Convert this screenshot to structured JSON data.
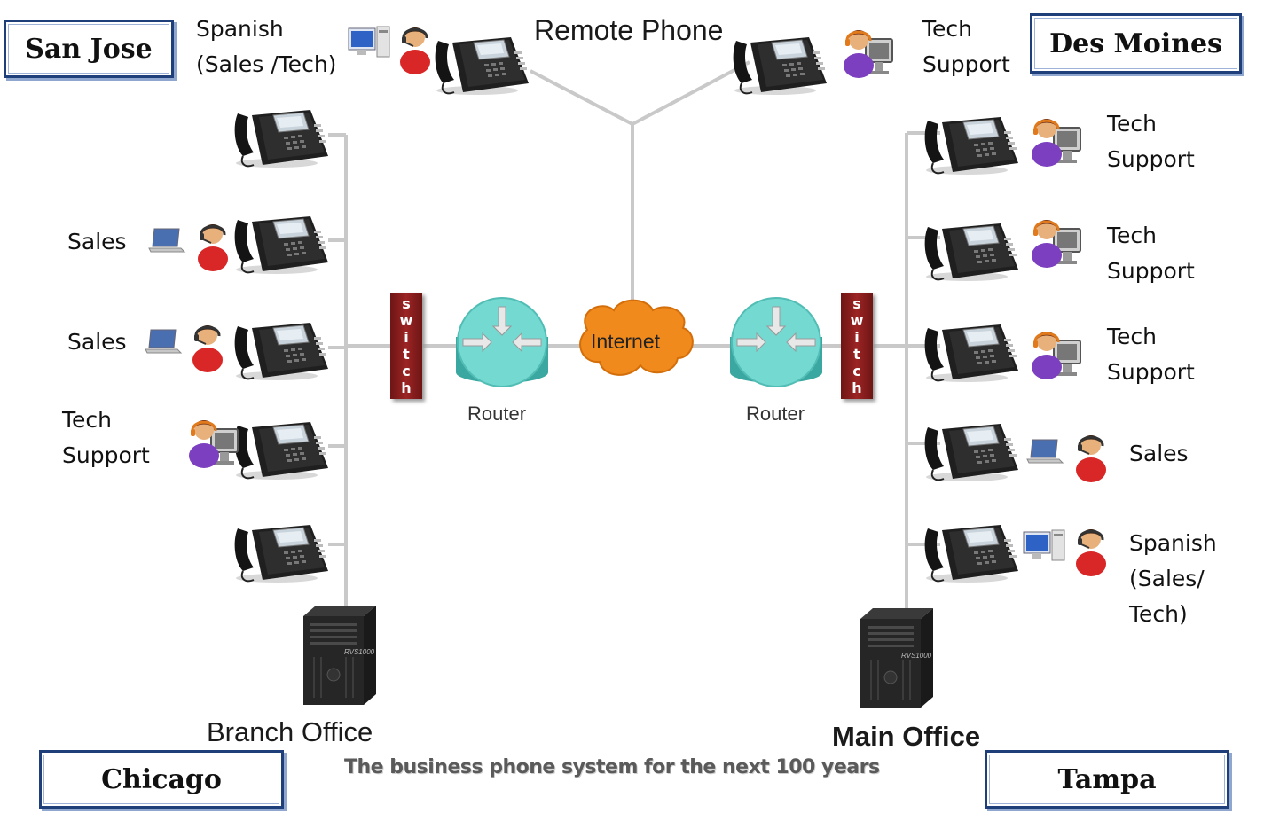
{
  "cities": {
    "san_jose": "San Jose",
    "des_moines": "Des Moines",
    "chicago": "Chicago",
    "tampa": "Tampa"
  },
  "remote": {
    "title": "Remote Phone",
    "left_label": [
      "Spanish",
      "(Sales /Tech)"
    ],
    "right_label": [
      "Tech",
      "Support"
    ]
  },
  "branch": {
    "title": "Branch Office",
    "stations": [
      {
        "label": [],
        "icon": "none"
      },
      {
        "label": [
          "Sales"
        ],
        "icon": "laptop-agent"
      },
      {
        "label": [
          "Sales"
        ],
        "icon": "laptop-agent"
      },
      {
        "label": [
          "Tech",
          "Support"
        ],
        "icon": "support-agent"
      },
      {
        "label": [],
        "icon": "none"
      }
    ],
    "server_label": "RVS1000"
  },
  "main": {
    "title": "Main Office",
    "stations": [
      {
        "label": [
          "Tech",
          "Support"
        ],
        "icon": "support-agent"
      },
      {
        "label": [
          "Tech",
          "Support"
        ],
        "icon": "support-agent"
      },
      {
        "label": [
          "Tech",
          "Support"
        ],
        "icon": "support-agent"
      },
      {
        "label": [
          "Sales"
        ],
        "icon": "laptop-agent"
      },
      {
        "label": [
          "Spanish",
          "(Sales/",
          "Tech)"
        ],
        "icon": "desktop-agent"
      }
    ],
    "server_label": "RVS1000"
  },
  "network": {
    "switch_text": "Switch",
    "router_label": "Router",
    "internet_label": "Internet"
  },
  "tagline": "The business phone system for the next 100 years",
  "colors": {
    "city_border": "#1f3f7a",
    "router": "#6fd4cc",
    "switch": "#8a1f1f",
    "internet": "#f08a1c",
    "line": "#c9c9c9"
  }
}
